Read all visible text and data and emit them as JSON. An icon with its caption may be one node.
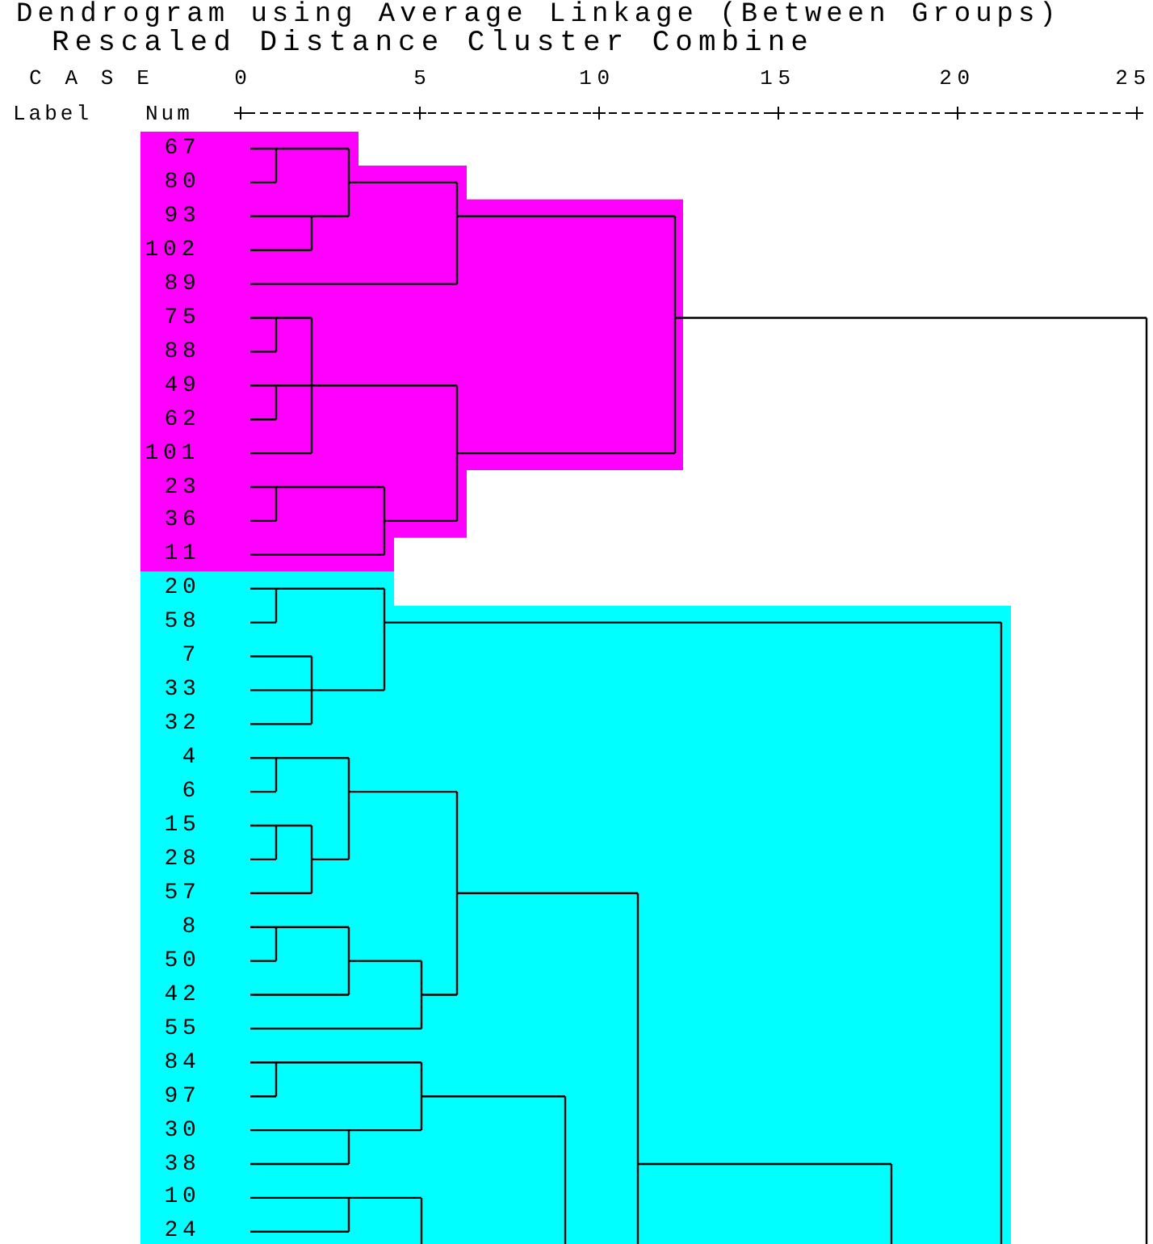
{
  "diagram": {
    "title": "Dendrogram using Average Linkage (Between Groups)",
    "labels": [
      "Rescaled Distance Cluster Combine",
      "C A S E",
      "0",
      "5",
      "10",
      "15",
      "20",
      "25",
      "Label",
      "Num",
      "67",
      "80",
      "93",
      "102",
      "89",
      "75",
      "88",
      "49",
      "62",
      "101",
      "23",
      "36",
      "11",
      "20",
      "58",
      "7",
      "33",
      "32",
      "4",
      "6",
      "15",
      "28",
      "57",
      "8",
      "50",
      "42",
      "55",
      "84",
      "97",
      "30",
      "38",
      "10",
      "24"
    ]
  }
}
